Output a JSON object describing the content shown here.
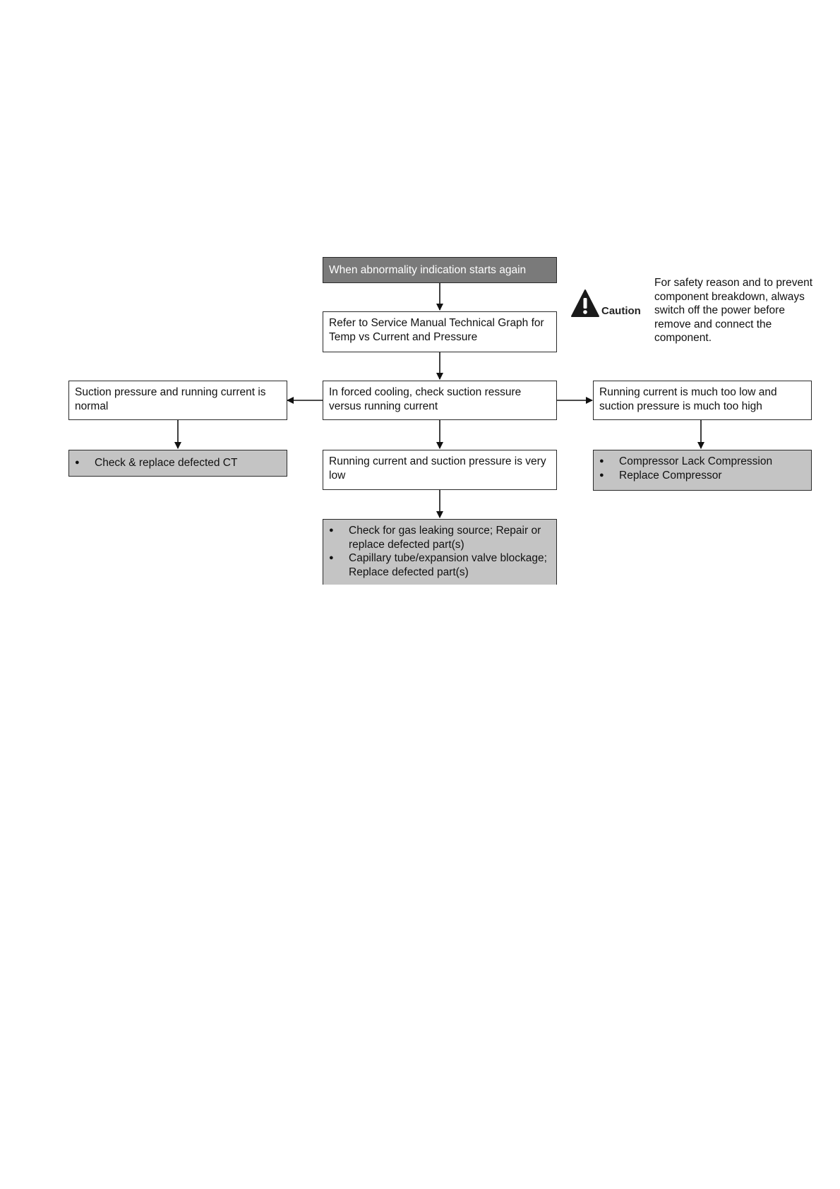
{
  "flowchart": {
    "start": "When abnormality indication starts again",
    "refer": "Refer to Service Manual Technical Graph for Temp vs Current and Pressure",
    "check": "In forced cooling, check suction ressure versus running current",
    "left_condition": "Suction pressure and running current is normal",
    "left_actions": [
      "Check & replace defected CT"
    ],
    "center_condition": "Running current and suction pressure is very low",
    "center_actions": [
      "Check for gas leaking source; Repair or replace defected part(s)",
      "Capillary tube/expansion valve blockage; Replace defected part(s)"
    ],
    "right_condition": "Running current is much too low and suction pressure is much too high",
    "right_actions": [
      "Compressor Lack Compression",
      "Replace Compressor"
    ]
  },
  "caution": {
    "icon": "warning-triangle-icon",
    "label": "Caution",
    "text": "For safety reason and to prevent component breakdown, always switch off the power before remove and connect the component."
  },
  "colors": {
    "start_fill": "#7a7a7a",
    "action_fill": "#c4c4c4",
    "border": "#2a2a2a"
  }
}
